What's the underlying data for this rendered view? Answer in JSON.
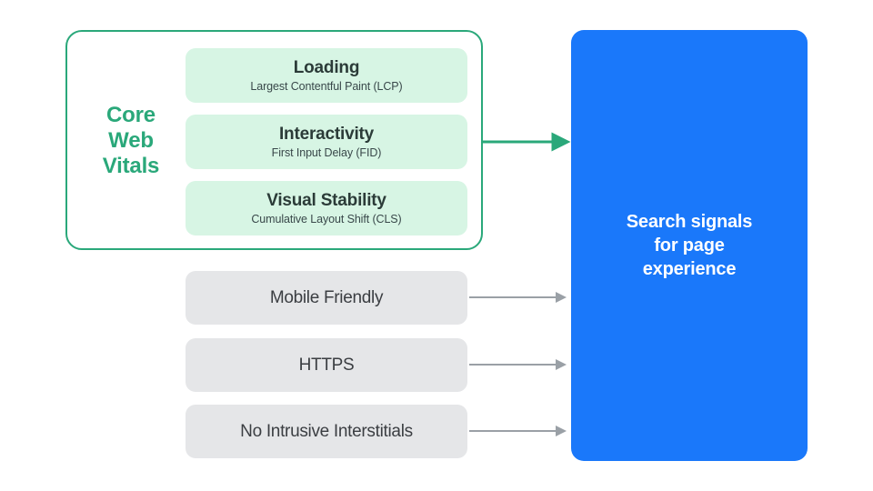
{
  "diagram": {
    "group": {
      "label": "Core\nWeb\nVitals",
      "border_color": "#2AA87A",
      "label_color": "#2AA87A"
    },
    "metrics": [
      {
        "title": "Loading",
        "subtitle": "Largest Contentful Paint (LCP)"
      },
      {
        "title": "Interactivity",
        "subtitle": "First Input Delay (FID)"
      },
      {
        "title": "Visual Stability",
        "subtitle": "Cumulative Layout Shift (CLS)"
      }
    ],
    "signals": [
      {
        "title": "Mobile Friendly"
      },
      {
        "title": "HTTPS"
      },
      {
        "title": "No Intrusive Interstitials"
      }
    ],
    "destination": {
      "title": "Search signals\nfor page\nexperience",
      "color": "#1A78FA",
      "text_color": "#FFFFFF"
    },
    "arrows": {
      "primary_color": "#2AA87A",
      "secondary_color": "#9AA0A6"
    },
    "palette": {
      "metric_card_bg": "#D7F5E4",
      "signal_card_bg": "#E5E6E8",
      "metric_title_color": "#2B3B38",
      "signal_title_color": "#3B3E42",
      "background": "#FFFFFF"
    }
  }
}
